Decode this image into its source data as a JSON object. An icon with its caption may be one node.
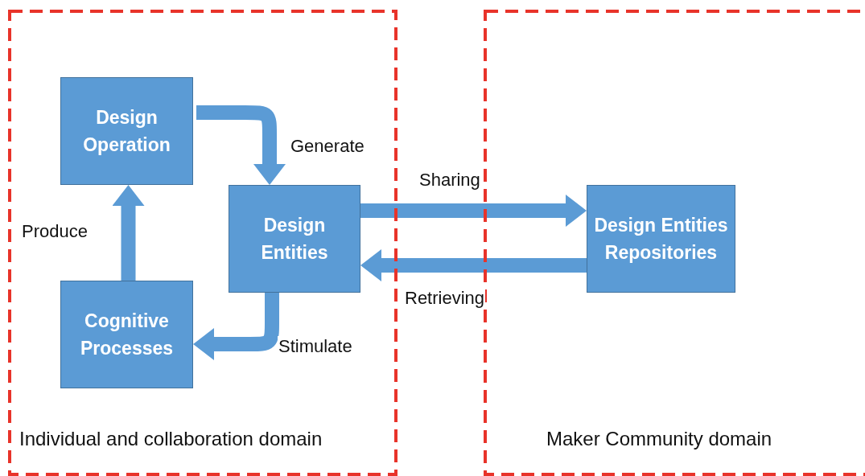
{
  "diagram": {
    "nodes": [
      {
        "text": [
          "Individual and collaboration domain"
        ]
      },
      {
        "text": [
          "Maker Community domain"
        ]
      },
      {
        "text": [
          "Design Operation"
        ],
        "in": 0
      },
      {
        "text": [
          "Design Entities"
        ],
        "in": 0
      },
      {
        "text": [
          "Cognitive Processes"
        ],
        "in": 0
      },
      {
        "text": [
          "Design Entities Repositories"
        ],
        "in": 1
      }
    ],
    "edges": [
      {
        "from": 2,
        "to": 3,
        "arrow": "to",
        "label": "Generate"
      },
      {
        "from": 3,
        "to": 4,
        "arrow": "to",
        "label": "Stimulate"
      },
      {
        "from": 4,
        "to": 2,
        "arrow": "to",
        "label": "Produce"
      },
      {
        "from": 3,
        "to": 5,
        "arrow": "to",
        "label": "Sharing"
      },
      {
        "from": 5,
        "to": 3,
        "arrow": "to",
        "label": "Retrieving"
      }
    ]
  }
}
